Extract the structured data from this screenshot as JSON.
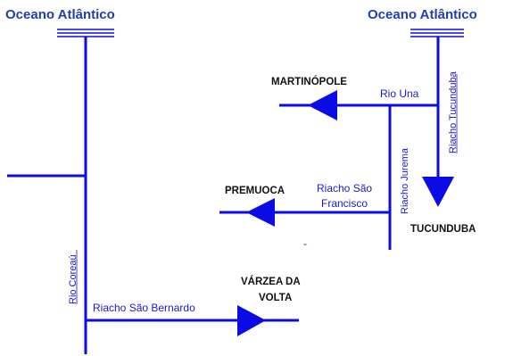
{
  "labels": {
    "ocean_left": "Oceano Atlântico",
    "ocean_right": "Oceano Atlântico",
    "martinopole": "MARTINÓPOLE",
    "premuoca": "PREMUOCA",
    "tucunduba": "TUCUNDUBA",
    "varzea_line1": "VÁRZEA DA",
    "varzea_line2": "VOLTA",
    "rio_una": "Rio Una",
    "riacho_tucunduba": "Riacho Tucunduba",
    "riacho_jurema": "Riacho Jurema",
    "riacho_sao_francisco_line1": "Riacho São",
    "riacho_sao_francisco_line2": "Francisco",
    "rio_coreau": "Rio Coreaú",
    "riacho_sao_bernardo": "Riacho São Bernardo",
    "dash": "-"
  },
  "colors": {
    "river_line": "#0b0be6",
    "ocean_text": "#1f3fb0",
    "river_text": "#1a1acc",
    "town_text": "#111111"
  }
}
